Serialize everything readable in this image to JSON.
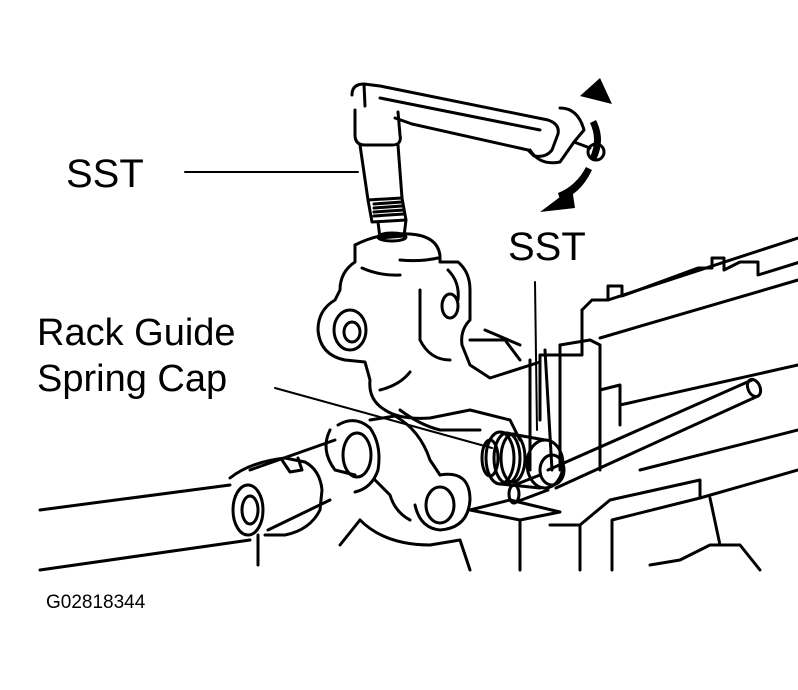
{
  "diagram": {
    "callouts": {
      "sst_wrench": "SST",
      "sst_rod": "SST",
      "rack_guide_line1": "Rack Guide",
      "rack_guide_line2": "Spring Cap"
    },
    "figure_code": "G02818344",
    "icons": {
      "rotation_arrows": "curved-double-arrow-icon"
    },
    "colors": {
      "ink": "#000000",
      "paper": "#ffffff"
    }
  }
}
